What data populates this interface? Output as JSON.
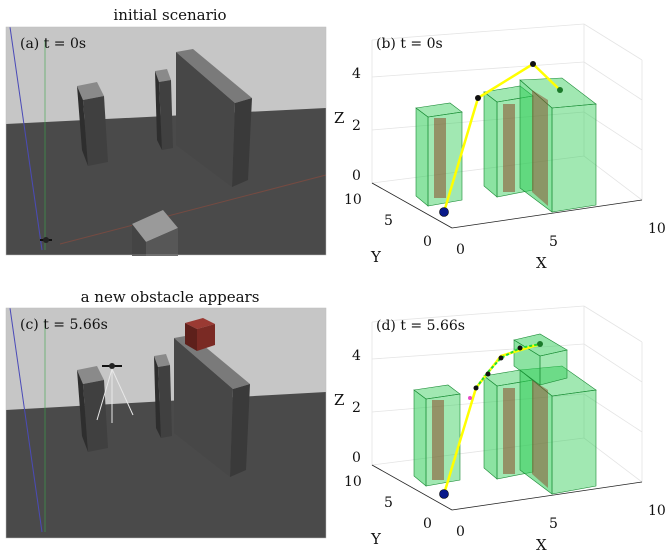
{
  "captions": {
    "top": "initial scenario",
    "bottom": "a new obstacle appears"
  },
  "panels": {
    "a": {
      "label": "(a) t = 0s"
    },
    "b": {
      "label": "(b) t = 0s"
    },
    "c": {
      "label": "(c) t = 5.66s"
    },
    "d": {
      "label": "(d) t = 5.66s"
    }
  },
  "axes": {
    "z_label": "Z",
    "x_label": "X",
    "y_label": "Y",
    "z_ticks": [
      "0",
      "2",
      "4"
    ],
    "x_ticks": [
      "0",
      "5",
      "10"
    ],
    "y_ticks": [
      "10",
      "5",
      "0"
    ]
  },
  "colors": {
    "scene_background": "#c6c6c6",
    "floor": "#4a4a4a",
    "pillar": "#404040",
    "new_obstacle": "#7a2a24",
    "obstacle_fill": "#2ecc55",
    "path": "#ffff00",
    "start": "#0a1a8a",
    "waypoint": "#111111"
  }
}
